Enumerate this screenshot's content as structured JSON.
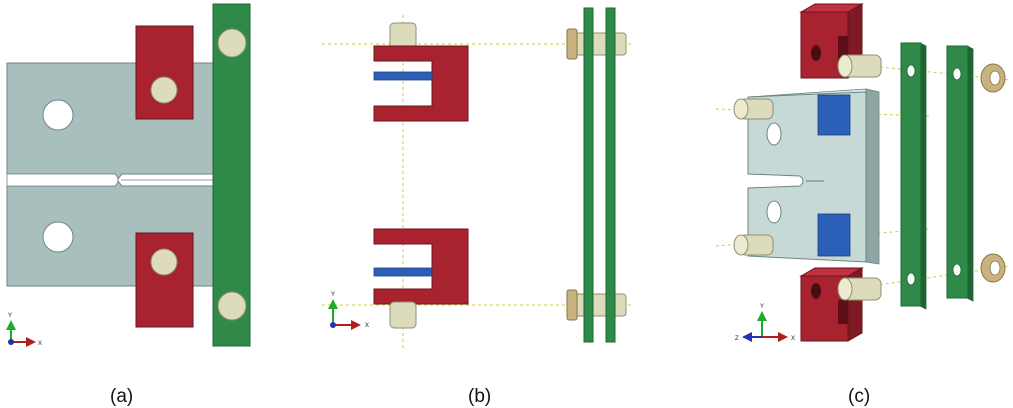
{
  "captions": {
    "a": "(a)",
    "b": "(b)",
    "c": "(c)"
  },
  "triads": {
    "a": {
      "up": "Y",
      "right": "X"
    },
    "b": {
      "up": "Y",
      "right": "X"
    },
    "c": {
      "up": "Y",
      "right": "X",
      "left": "Z"
    }
  },
  "colors": {
    "specimen": "#a9bfbd",
    "specimen_light": "#c7d9d6",
    "clevis": "#a8232f",
    "clevis_dark": "#7f1a24",
    "link_plate": "#2f8a4a",
    "link_plate_dark": "#1f6533",
    "pin": "#dcdcbd",
    "washer": "#c8b27e",
    "shim": "#2b5fb8",
    "guide": "#c9cf3a",
    "axis_x": "#b11e1e",
    "axis_y": "#1faa2c",
    "axis_z": "#2233b0"
  }
}
